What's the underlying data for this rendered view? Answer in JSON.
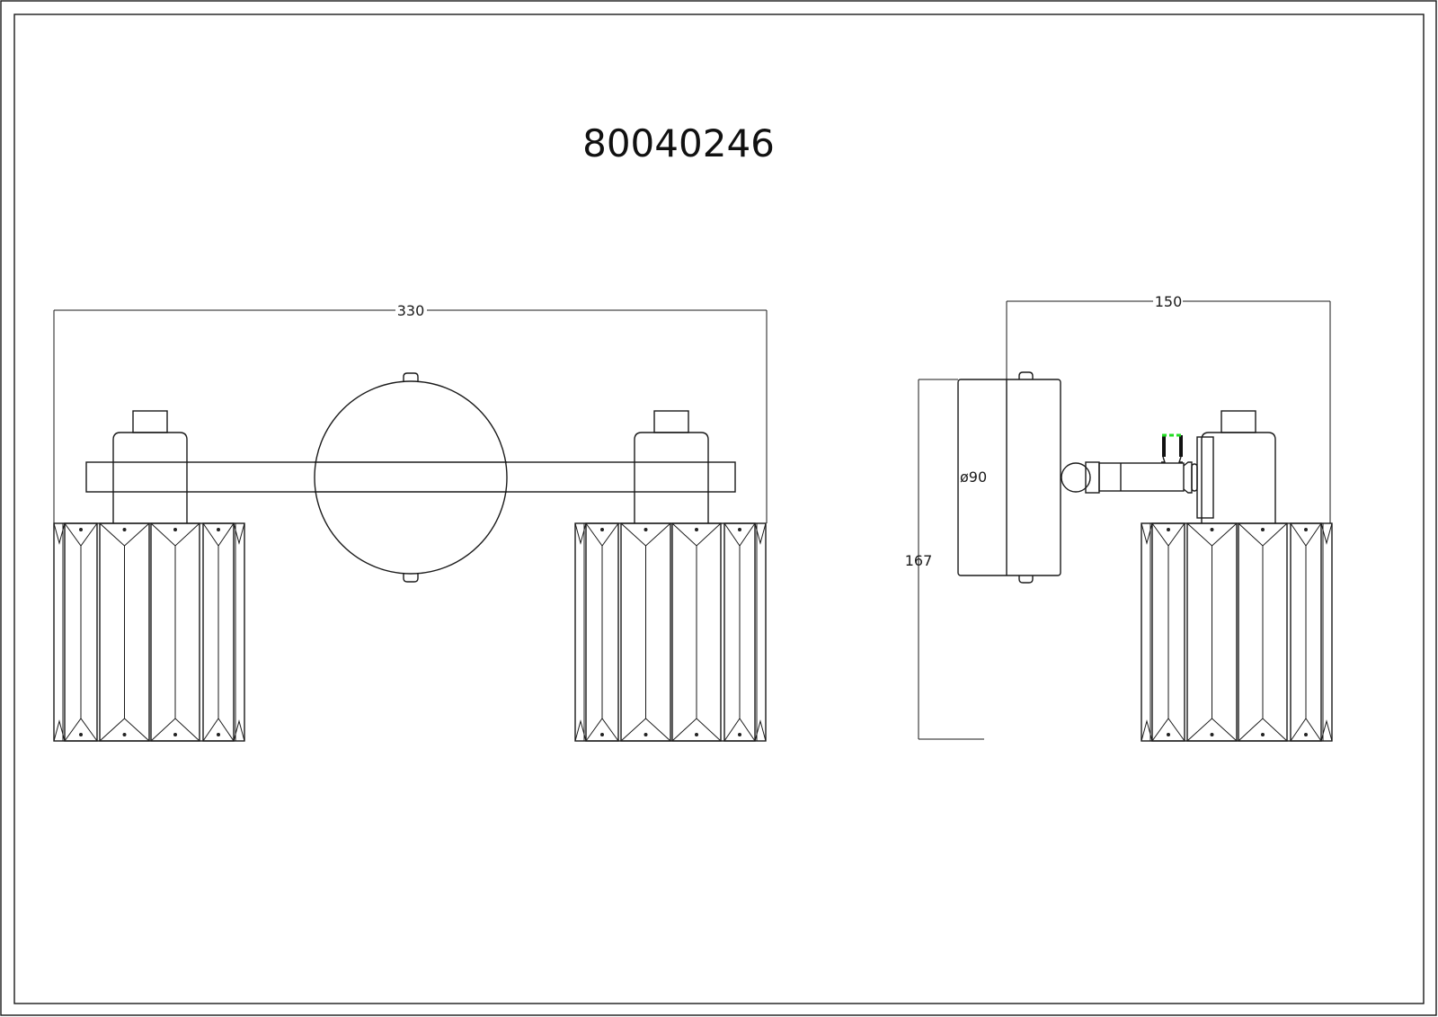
{
  "drawing": {
    "model_number": "80040246",
    "front_view": {
      "width_dimension": "330"
    },
    "side_view": {
      "depth_dimension": "150",
      "canopy_diameter": "ø90",
      "height_dimension": "167"
    },
    "highlight_color": "#22dd22"
  }
}
